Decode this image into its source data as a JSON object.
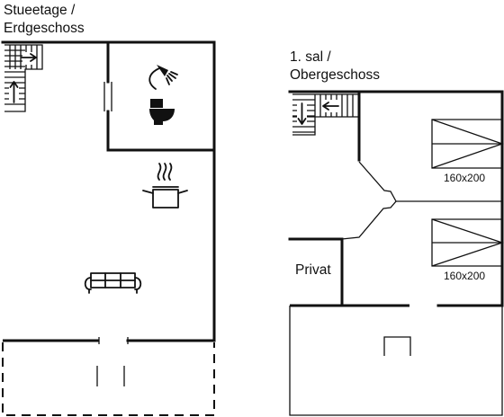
{
  "ground_floor": {
    "title_line1": "Stueetage /",
    "title_line2": "Erdgeschoss"
  },
  "upper_floor": {
    "title_line1": "1. sal /",
    "title_line2": "Obergeschoss",
    "private_room_label": "Privat",
    "bed_top_size": "160x200",
    "bed_bottom_size": "160x200"
  },
  "icons": {
    "ground_floor": [
      "stairs-icon",
      "shower-icon",
      "toilet-icon",
      "cooking-pot-icon",
      "sofa-icon"
    ],
    "upper_floor": [
      "stairs-icon",
      "bed-icon",
      "bed-icon",
      "fireplace-icon"
    ]
  },
  "colors": {
    "line": "#111111",
    "background": "#ffffff"
  }
}
